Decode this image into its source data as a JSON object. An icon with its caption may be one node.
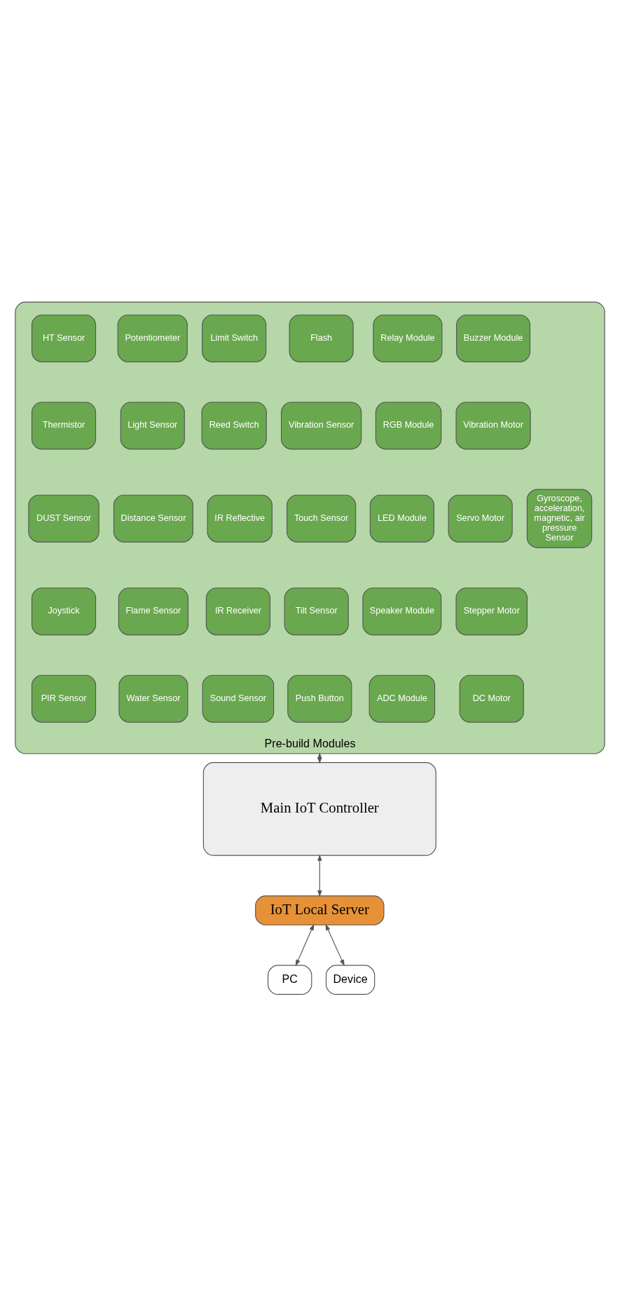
{
  "diagram": {
    "nodes": [
      {
        "text": [
          "PC"
        ]
      },
      {
        "text": [
          "Device"
        ]
      },
      {
        "text": [
          "IoT Local Server"
        ]
      },
      {
        "text": [
          "Main IoT Controller"
        ]
      },
      {
        "text": [
          "Pre-build Modules"
        ]
      },
      {
        "text": [
          "PIR Sensor"
        ],
        "in": 4
      },
      {
        "text": [
          "Joystick"
        ],
        "in": 4
      },
      {
        "text": [
          "DUST Sensor"
        ],
        "in": 4
      },
      {
        "text": [
          "Thermistor"
        ],
        "in": 4
      },
      {
        "text": [
          "HT Sensor"
        ],
        "in": 4
      },
      {
        "text": [
          "Water Sensor"
        ],
        "in": 4
      },
      {
        "text": [
          "Flame Sensor"
        ],
        "in": 4
      },
      {
        "text": [
          "Distance Sensor"
        ],
        "in": 4
      },
      {
        "text": [
          "Light Sensor"
        ],
        "in": 4
      },
      {
        "text": [
          "Potentiometer"
        ],
        "in": 4
      },
      {
        "text": [
          "Sound Sensor"
        ],
        "in": 4
      },
      {
        "text": [
          "IR Receiver"
        ],
        "in": 4
      },
      {
        "text": [
          "IR Reflective"
        ],
        "in": 4
      },
      {
        "text": [
          "Reed Switch"
        ],
        "in": 4
      },
      {
        "text": [
          "Limit Switch"
        ],
        "in": 4
      },
      {
        "text": [
          "Push Button"
        ],
        "in": 4
      },
      {
        "text": [
          "Tilt Sensor"
        ],
        "in": 4
      },
      {
        "text": [
          "Touch Sensor"
        ],
        "in": 4
      },
      {
        "text": [
          "Vibration Sensor"
        ],
        "in": 4
      },
      {
        "text": [
          "Flash"
        ],
        "in": 4
      },
      {
        "text": [
          "ADC Module"
        ],
        "in": 4
      },
      {
        "text": [
          "Speaker Module"
        ],
        "in": 4
      },
      {
        "text": [
          "LED Module"
        ],
        "in": 4
      },
      {
        "text": [
          "RGB Module"
        ],
        "in": 4
      },
      {
        "text": [
          "Relay Module"
        ],
        "in": 4
      },
      {
        "text": [
          "DC Motor"
        ],
        "in": 4
      },
      {
        "text": [
          "Stepper Motor"
        ],
        "in": 4
      },
      {
        "text": [
          "Servo Motor"
        ],
        "in": 4
      },
      {
        "text": [
          "Vibration Motor"
        ],
        "in": 4
      },
      {
        "text": [
          "Buzzer Module"
        ],
        "in": 4
      },
      {
        "text": [
          "Gyroscope, acceleration, magnetic, air pressure Sensor"
        ],
        "in": 4
      }
    ],
    "edges": [
      {
        "from": 0,
        "to": 2,
        "arrow": "both"
      },
      {
        "from": 1,
        "to": 2,
        "arrow": "both"
      },
      {
        "from": 2,
        "to": 3,
        "arrow": "both"
      },
      {
        "from": 3,
        "to": 4,
        "arrow": "both"
      }
    ]
  }
}
